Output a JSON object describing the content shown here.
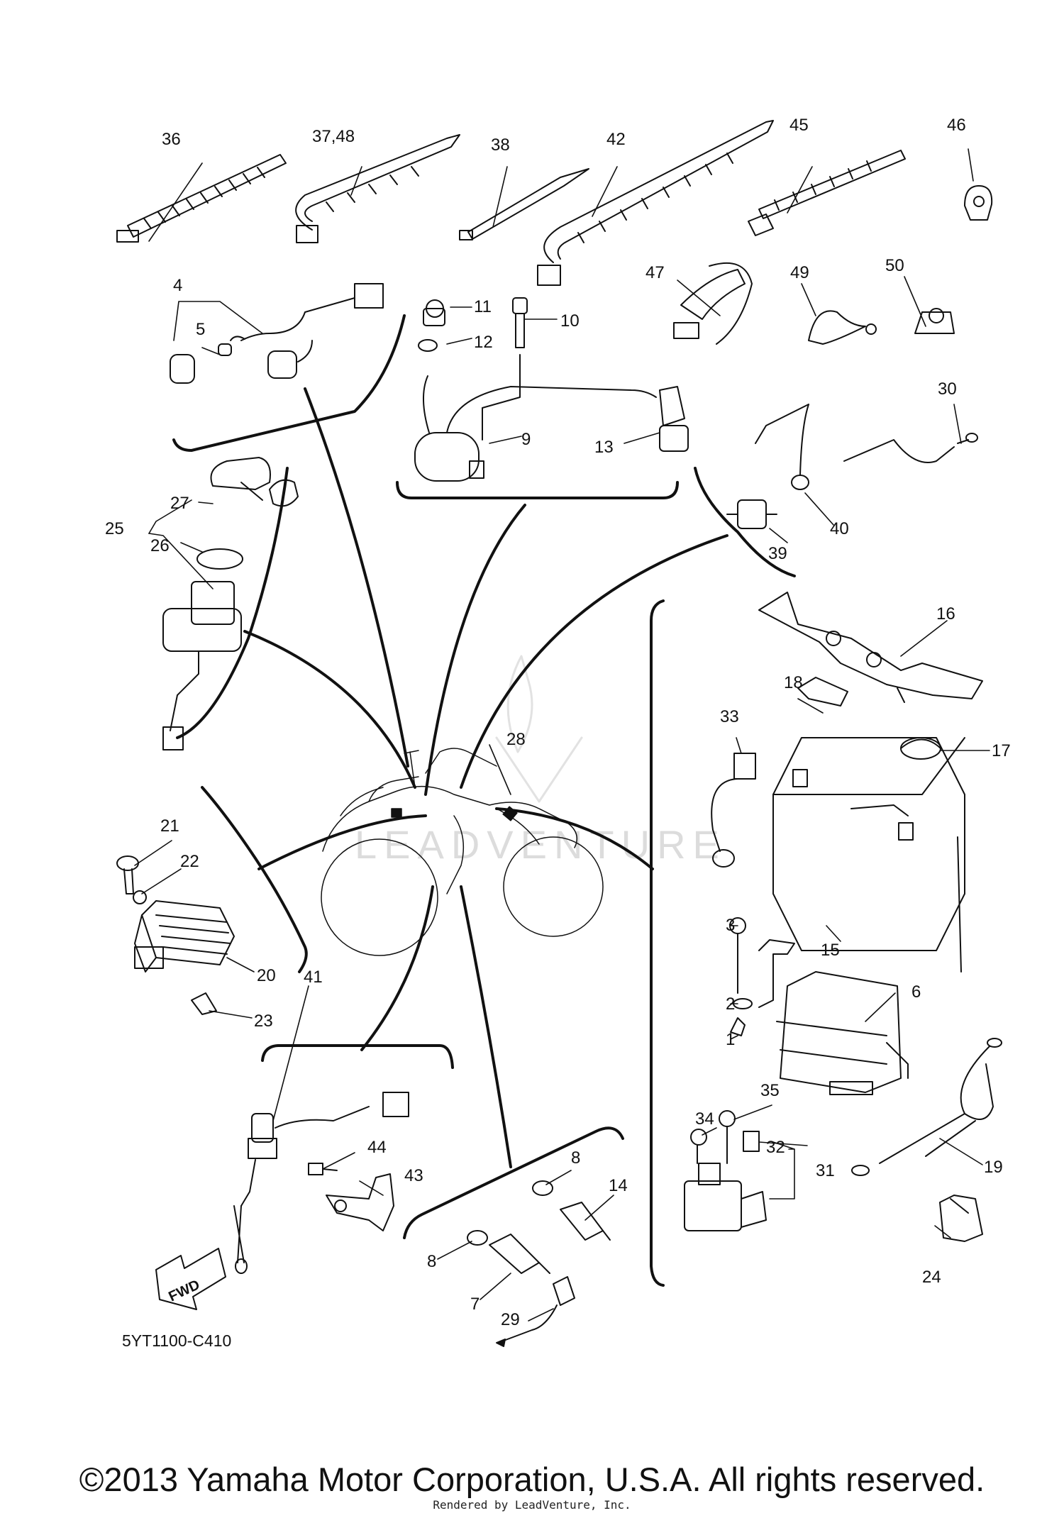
{
  "diagram": {
    "part_number": "5YT1100-C410",
    "watermark": "LEADVENTURE",
    "fwd_label": "FWD",
    "callouts": {
      "c1": "1",
      "c2": "2",
      "c3": "3",
      "c4": "4",
      "c5": "5",
      "c6": "6",
      "c7": "7",
      "c8a": "8",
      "c8b": "8",
      "c9": "9",
      "c10": "10",
      "c11": "11",
      "c12": "12",
      "c13": "13",
      "c14": "14",
      "c15": "15",
      "c16": "16",
      "c17": "17",
      "c18": "18",
      "c19": "19",
      "c20": "20",
      "c21": "21",
      "c22": "22",
      "c23": "23",
      "c24": "24",
      "c25": "25",
      "c26": "26",
      "c27": "27",
      "c28": "28",
      "c29": "29",
      "c30": "30",
      "c31": "31",
      "c32": "32",
      "c33": "33",
      "c34": "34",
      "c35": "35",
      "c36": "36",
      "c37_48": "37,48",
      "c38": "38",
      "c39": "39",
      "c40": "40",
      "c41": "41",
      "c42": "42",
      "c43": "43",
      "c44": "44",
      "c45": "45",
      "c46": "46",
      "c47": "47",
      "c49": "49",
      "c50": "50"
    }
  },
  "footer": {
    "copyright": "©2013 Yamaha Motor Corporation, U.S.A. All rights reserved.",
    "rendered_by": "Rendered by LeadVenture, Inc."
  }
}
